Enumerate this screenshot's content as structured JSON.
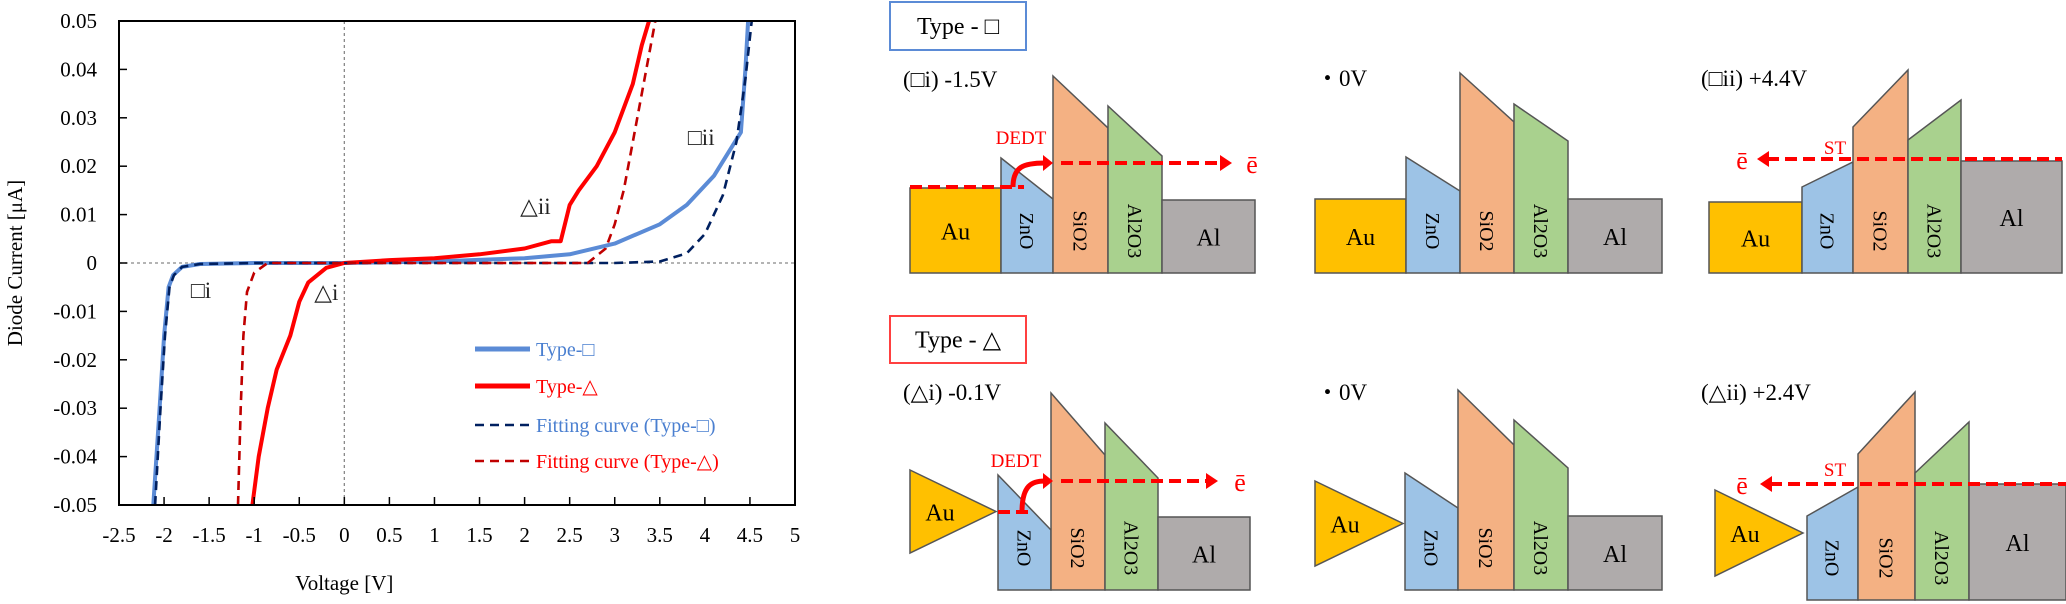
{
  "chart_data": {
    "type": "line",
    "xlabel": "Voltage [V]",
    "ylabel": "Diode Current [μA]",
    "xlim": [
      -2.5,
      5
    ],
    "ylim": [
      -0.05,
      0.05
    ],
    "xticks": [
      "-2.5",
      "-2",
      "-1.5",
      "-1",
      "-0.5",
      "0",
      "0.5",
      "1",
      "1.5",
      "2",
      "2.5",
      "3",
      "3.5",
      "4",
      "4.5",
      "5"
    ],
    "yticks": [
      "0.05",
      "0.04",
      "0.03",
      "0.02",
      "0.01",
      "0",
      "-0.01",
      "-0.02",
      "-0.03",
      "-0.04",
      "-0.05"
    ],
    "grid": false,
    "zero_lines": true,
    "legend_placement": "bottom-right",
    "series": [
      {
        "name": "Type-□",
        "color": "#5B8BD6",
        "style": "solid",
        "x": [
          -2.12,
          -2.05,
          -2.0,
          -1.95,
          -1.9,
          -1.8,
          -1.6,
          -1.0,
          0,
          1,
          2,
          2.5,
          3,
          3.5,
          3.8,
          4.1,
          4.3,
          4.4,
          4.45,
          4.48
        ],
        "y": [
          -0.05,
          -0.03,
          -0.015,
          -0.005,
          -0.0025,
          -0.0008,
          -0.0002,
          0,
          0,
          0.0003,
          0.001,
          0.0018,
          0.004,
          0.008,
          0.012,
          0.018,
          0.024,
          0.027,
          0.04,
          0.05
        ]
      },
      {
        "name": "Type-△",
        "color": "#FF0000",
        "style": "solid",
        "x": [
          -1.02,
          -0.95,
          -0.85,
          -0.75,
          -0.6,
          -0.5,
          -0.4,
          -0.2,
          0,
          0.5,
          1,
          1.5,
          2,
          2.3,
          2.4,
          2.5,
          2.6,
          2.8,
          3.0,
          3.2,
          3.3,
          3.38
        ],
        "y": [
          -0.05,
          -0.04,
          -0.03,
          -0.022,
          -0.015,
          -0.008,
          -0.004,
          -0.001,
          0,
          0.0006,
          0.001,
          0.0018,
          0.003,
          0.0045,
          0.0045,
          0.012,
          0.015,
          0.02,
          0.027,
          0.037,
          0.045,
          0.05
        ]
      },
      {
        "name": "Fitting curve (Type-□)",
        "color": "#002060",
        "style": "dashed",
        "x": [
          -2.1,
          -2.04,
          -1.99,
          -1.94,
          -1.89,
          -1.8,
          -1.6,
          -1.0,
          0,
          3.0,
          3.5,
          3.8,
          4.0,
          4.2,
          4.35,
          4.45,
          4.52
        ],
        "y": [
          -0.05,
          -0.03,
          -0.015,
          -0.005,
          -0.0025,
          -0.0008,
          -0.0002,
          0,
          0,
          0,
          0.0003,
          0.002,
          0.006,
          0.014,
          0.025,
          0.038,
          0.05
        ]
      },
      {
        "name": "Fitting curve (Type-△)",
        "color": "#C00000",
        "style": "dashed",
        "x": [
          -1.18,
          -1.15,
          -1.12,
          -1.08,
          -1.0,
          -0.85,
          0,
          2.7,
          2.9,
          3.0,
          3.1,
          3.2,
          3.3,
          3.4,
          3.45
        ],
        "y": [
          -0.05,
          -0.03,
          -0.015,
          -0.006,
          -0.002,
          0,
          0,
          0,
          0.003,
          0.008,
          0.015,
          0.025,
          0.035,
          0.045,
          0.05
        ]
      }
    ],
    "annotations": [
      {
        "text": "□i",
        "x": -1.59,
        "y": -0.0056
      },
      {
        "text": "△i",
        "x": -0.2,
        "y": -0.006
      },
      {
        "text": "△ii",
        "x": 2.12,
        "y": 0.0118
      },
      {
        "text": "□ii",
        "x": 3.96,
        "y": 0.026
      }
    ]
  },
  "diagrams": {
    "colors": {
      "Au": "#FFC000",
      "ZnO": "#9DC3E6",
      "SiO2": "#F4B183",
      "Al2O3": "#A9D18E",
      "Al": "#AFABAB",
      "arrow": "#FF0000"
    },
    "layers": {
      "Au": "Au",
      "ZnO": "ZnO",
      "SiO2": "SiO2",
      "Al2O3": "Al2O3",
      "Al": "Al"
    },
    "electron": "ē",
    "type_square": {
      "title": "Type - □",
      "border": "#5B8BD6",
      "panels": [
        {
          "label": "(□i) -1.5V",
          "mechanism": "DEDT"
        },
        {
          "label": "・0V"
        },
        {
          "label": "(□ii) +4.4V",
          "mechanism": "ST"
        }
      ]
    },
    "type_triangle": {
      "title": "Type - △",
      "border": "#FF4040",
      "panels": [
        {
          "label": "(△i) -0.1V",
          "mechanism": "DEDT"
        },
        {
          "label": "・0V"
        },
        {
          "label": "(△ii) +2.4V",
          "mechanism": "ST"
        }
      ]
    }
  }
}
